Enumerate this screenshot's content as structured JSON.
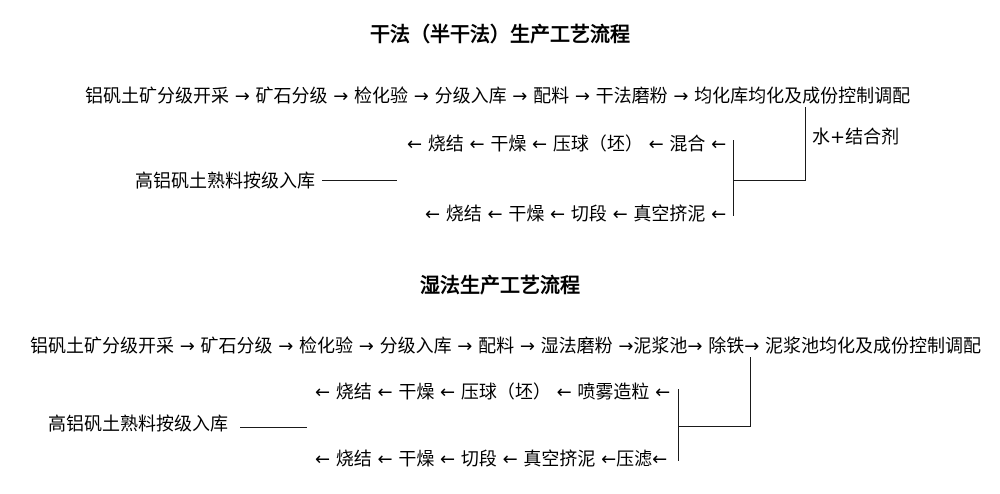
{
  "page": {
    "background_color": "#ffffff",
    "text_color": "#000000",
    "line_color": "#1a1a1a"
  },
  "diagrams": [
    {
      "id": "dry-process",
      "title": "干法（半干法）生产工艺流程",
      "main_flow": "铝矾土矿分级开采 → 矿石分级 → 检化验 → 分级入库 → 配料 → 干法磨粉 → 均化库均化及成份控制调配",
      "main_flow_steps": [
        "铝矾土矿分级开采",
        "矿石分级",
        "检化验",
        "分级入库",
        "配料",
        "干法磨粉",
        "均化库均化及成份控制调配"
      ],
      "additive_label": "水+结合剂",
      "branch_top": "← 烧结 ← 干燥 ← 压球（坯） ← 混合 ←",
      "branch_top_steps": [
        "混合",
        "压球（坯）",
        "干燥",
        "烧结"
      ],
      "branch_bottom": "← 烧结 ← 干燥 ← 切段 ← 真空挤泥 ←",
      "branch_bottom_steps": [
        "真空挤泥",
        "切段",
        "干燥",
        "烧结"
      ],
      "storage_label": "高铝矾土熟料按级入库"
    },
    {
      "id": "wet-process",
      "title": "湿法生产工艺流程",
      "main_flow": "铝矾土矿分级开采 → 矿石分级 → 检化验 → 分级入库 → 配料 → 湿法磨粉 →泥浆池→ 除铁→ 泥浆池均化及成份控制调配",
      "main_flow_steps": [
        "铝矾土矿分级开采",
        "矿石分级",
        "检化验",
        "分级入库",
        "配料",
        "湿法磨粉",
        "泥浆池",
        "除铁",
        "泥浆池均化及成份控制调配"
      ],
      "branch_top": "← 烧结 ← 干燥 ← 压球（坯） ← 喷雾造粒 ←",
      "branch_top_steps": [
        "喷雾造粒",
        "压球（坯）",
        "干燥",
        "烧结"
      ],
      "branch_bottom": "← 烧结 ← 干燥 ← 切段 ← 真空挤泥 ←压滤←",
      "branch_bottom_steps": [
        "压滤",
        "真空挤泥",
        "切段",
        "干燥",
        "烧结"
      ],
      "storage_label": "高铝矾土熟料按级入库"
    }
  ]
}
